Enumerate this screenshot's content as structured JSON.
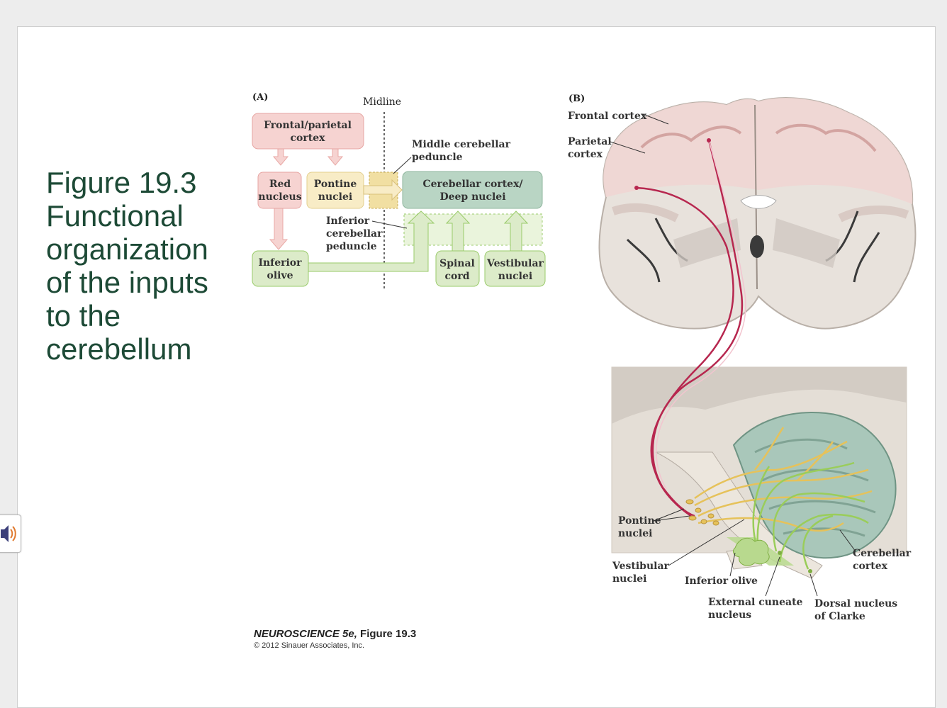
{
  "slide": {
    "title_lines": [
      "Figure 19.3",
      "Functional",
      "organization",
      "of the inputs",
      "to the",
      "cerebellum"
    ]
  },
  "panel_a": {
    "label": "(A)",
    "midline": "Midline",
    "frontal_parietal": [
      "Frontal/parietal",
      "cortex"
    ],
    "red_nucleus": [
      "Red",
      "nucleus"
    ],
    "pontine": [
      "Pontine",
      "nuclei"
    ],
    "middle_peduncle": [
      "Middle cerebellar",
      "peduncle"
    ],
    "cerebellar_cortex": [
      "Cerebellar cortex/",
      "Deep nuclei"
    ],
    "inferior_peduncle": [
      "Inferior",
      "cerebellar",
      "peduncle"
    ],
    "inferior_olive": [
      "Inferior",
      "olive"
    ],
    "spinal_cord": [
      "Spinal",
      "cord"
    ],
    "vestibular": [
      "Vestibular",
      "nuclei"
    ]
  },
  "panel_b": {
    "label": "(B)",
    "frontal_cortex": "Frontal cortex",
    "parietal_cortex": [
      "Parietal",
      "cortex"
    ],
    "pontine_nuclei": [
      "Pontine",
      "nuclei"
    ],
    "vestibular_nuclei": [
      "Vestibular",
      "nuclei"
    ],
    "inferior_olive": "Inferior olive",
    "external_cuneate": [
      "External cuneate",
      "nucleus"
    ],
    "dorsal_clarke": [
      "Dorsal nucleus",
      "of Clarke"
    ],
    "cerebellar_cortex": [
      "Cerebellar",
      "cortex"
    ]
  },
  "credit": {
    "book": "NEUROSCIENCE 5e,",
    "figure": " Figure 19.3",
    "copyright": "© 2012 Sinauer Associates, Inc."
  },
  "colors": {
    "title": "#1d4a36",
    "pink_box": "#f6d3d1",
    "yellow_box": "#f8ecc6",
    "green_box": "#dcebc9",
    "teal_box": "#b9d5c4",
    "pathway_red": "#b7274f",
    "pathway_yellow": "#e6c25a",
    "pathway_green": "#9acd5a"
  },
  "icons": {
    "audio": "speaker-icon"
  }
}
